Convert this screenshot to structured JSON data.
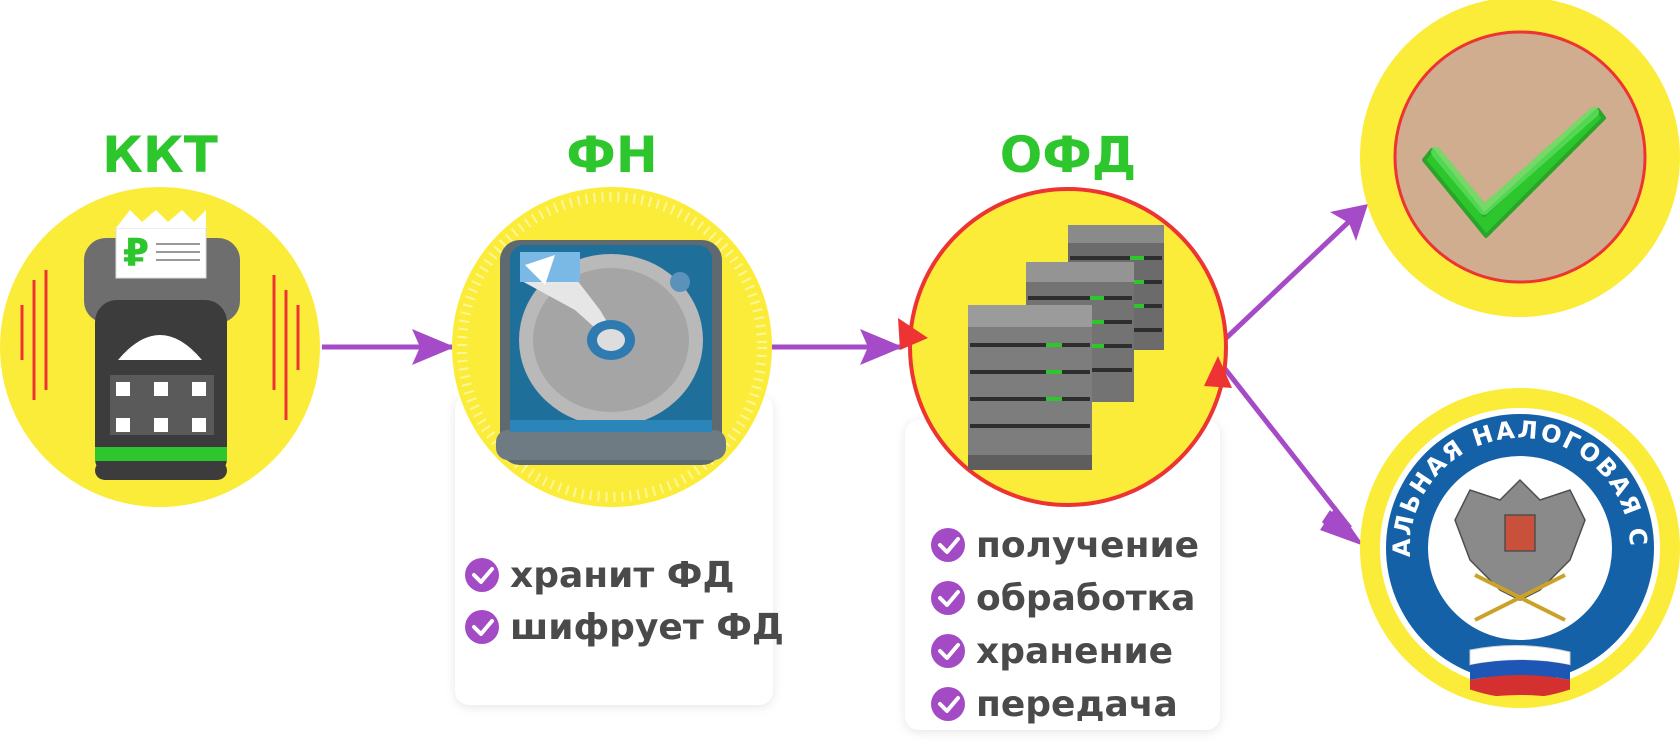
{
  "colors": {
    "title_green": "#2dc62d",
    "circle_yellow": "#fcec3a",
    "arrow_purple": "#a64bc8",
    "arrow_red": "#ee3333",
    "check_purple": "#a34bc4",
    "text_dark": "#4a4a4a"
  },
  "nodes": {
    "kkt": {
      "title": "ККТ"
    },
    "fn": {
      "title": "ФН",
      "features": [
        "хранит ФД",
        "шифрует ФД"
      ]
    },
    "ofd": {
      "title": "ОФД",
      "features": [
        "получение",
        "обработка",
        "хранение",
        "передача"
      ]
    },
    "fns": {
      "seal_text": "ФЕДЕРАЛЬНАЯ НАЛОГОВАЯ СЛУЖБА"
    }
  },
  "icons": {
    "kkt": "cash-register-icon",
    "fn": "hard-drive-icon",
    "ofd": "server-rack-icon",
    "ok": "checkmark-icon",
    "fns": "tax-service-emblem-icon",
    "bullet": "check-circle-icon"
  }
}
